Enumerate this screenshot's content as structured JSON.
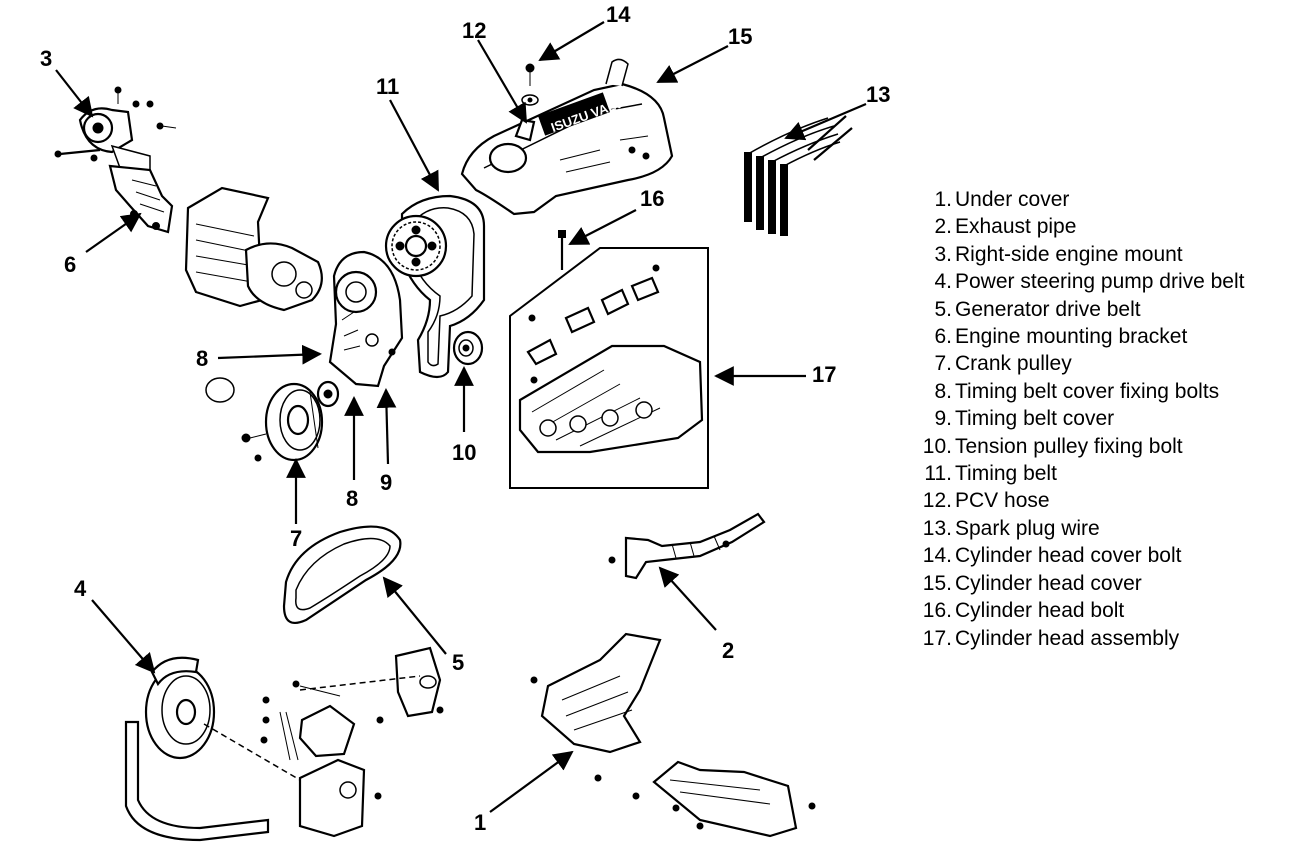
{
  "callouts": {
    "c1": "1",
    "c2": "2",
    "c3": "3",
    "c4": "4",
    "c5": "5",
    "c6": "6",
    "c7": "7",
    "c8a": "8",
    "c8b": "8",
    "c9": "9",
    "c10": "10",
    "c11": "11",
    "c12": "12",
    "c13": "13",
    "c14": "14",
    "c15": "15",
    "c16": "16",
    "c17": "17"
  },
  "legend": [
    {
      "num": "1.",
      "text": "Under cover"
    },
    {
      "num": "2.",
      "text": "Exhaust pipe"
    },
    {
      "num": "3.",
      "text": "Right-side engine mount"
    },
    {
      "num": "4.",
      "text": "Power steering pump drive belt"
    },
    {
      "num": "5.",
      "text": "Generator drive belt"
    },
    {
      "num": "6.",
      "text": "Engine mounting bracket"
    },
    {
      "num": "7.",
      "text": "Crank pulley"
    },
    {
      "num": "8.",
      "text": "Timing belt cover fixing bolts"
    },
    {
      "num": "9.",
      "text": "Timing belt cover"
    },
    {
      "num": "10.",
      "text": "Tension pulley fixing bolt"
    },
    {
      "num": "11.",
      "text": "Timing belt"
    },
    {
      "num": "12.",
      "text": "PCV hose"
    },
    {
      "num": "13.",
      "text": "Spark plug wire"
    },
    {
      "num": "14.",
      "text": "Cylinder head cover bolt"
    },
    {
      "num": "15.",
      "text": "Cylinder head cover"
    },
    {
      "num": "16.",
      "text": "Cylinder head bolt"
    },
    {
      "num": "17.",
      "text": "Cylinder head assembly"
    }
  ],
  "cover_lettering": "ISUZU VALVE"
}
